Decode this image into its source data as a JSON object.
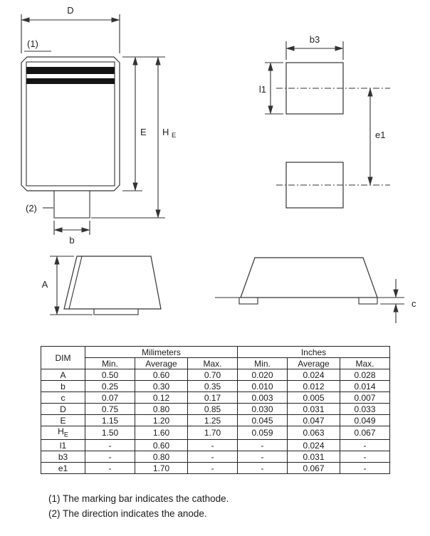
{
  "drawing": {
    "front_view": {
      "dim_d_label": "D",
      "callout_1": "(1)",
      "callout_2": "(2)",
      "dim_e_label": "E",
      "dim_he_main": "H",
      "dim_he_sub": "E",
      "dim_b_label": "b"
    },
    "pad_view": {
      "dim_b3_label": "b3",
      "dim_l1_label": "l1",
      "dim_e1_label": "e1"
    },
    "side_views": {
      "dim_a_label": "A",
      "dim_c_label": "c"
    },
    "colors": {
      "line": "#333333",
      "marking_bar": "#141414"
    }
  },
  "table": {
    "dim_header": "DIM",
    "mm_header": "Milimeters",
    "inches_header": "Inches",
    "sub_headers": [
      "Min.",
      "Average",
      "Max."
    ],
    "rows": [
      {
        "dim": "A",
        "mm": [
          "0.50",
          "0.60",
          "0.70"
        ],
        "inch": [
          "0.020",
          "0.024",
          "0.028"
        ]
      },
      {
        "dim": "b",
        "mm": [
          "0.25",
          "0.30",
          "0.35"
        ],
        "inch": [
          "0.010",
          "0.012",
          "0.014"
        ]
      },
      {
        "dim": "c",
        "mm": [
          "0.07",
          "0.12",
          "0.17"
        ],
        "inch": [
          "0.003",
          "0.005",
          "0.007"
        ]
      },
      {
        "dim": "D",
        "mm": [
          "0.75",
          "0.80",
          "0.85"
        ],
        "inch": [
          "0.030",
          "0.031",
          "0.033"
        ]
      },
      {
        "dim": "E",
        "mm": [
          "1.15",
          "1.20",
          "1.25"
        ],
        "inch": [
          "0.045",
          "0.047",
          "0.049"
        ]
      },
      {
        "dim": "H",
        "dim_sub": "E",
        "mm": [
          "1.50",
          "1.60",
          "1.70"
        ],
        "inch": [
          "0.059",
          "0.063",
          "0.067"
        ]
      },
      {
        "dim": "l1",
        "mm": [
          "-",
          "0.60",
          "-"
        ],
        "inch": [
          "-",
          "0.024",
          "-"
        ]
      },
      {
        "dim": "b3",
        "mm": [
          "-",
          "0.80",
          "-"
        ],
        "inch": [
          "-",
          "0.031",
          "-"
        ]
      },
      {
        "dim": "e1",
        "mm": [
          "-",
          "1.70",
          "-"
        ],
        "inch": [
          "-",
          "0.067",
          "-"
        ]
      }
    ]
  },
  "footnotes": [
    "(1) The marking bar indicates the cathode.",
    "(2) The direction indicates the anode."
  ]
}
